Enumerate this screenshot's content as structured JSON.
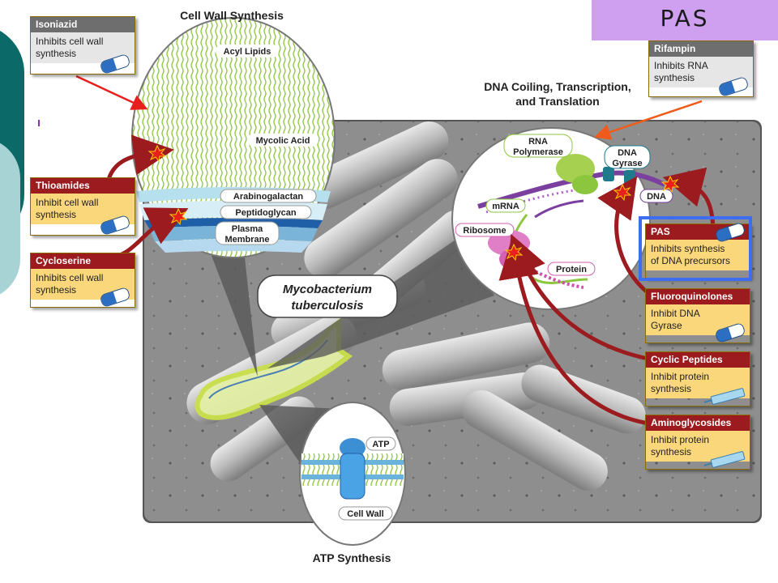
{
  "header_badge": "PAS",
  "sections": {
    "cell_wall_title": "Cell Wall Synthesis",
    "dna_title_line1": "DNA Coiling, Transcription,",
    "dna_title_line2": "and Translation",
    "atp_title": "ATP Synthesis"
  },
  "center_label": {
    "line1": "Mycobacterium",
    "line2": "tuberculosis"
  },
  "cell_wall_labels": {
    "acyl_lipids": "Acyl Lipids",
    "mycolic_acid": "Mycolic Acid",
    "arabinogalactan": "Arabinogalactan",
    "peptidoglycan": "Peptidoglycan",
    "plasma_line1": "Plasma",
    "plasma_line2": "Membrane"
  },
  "dna_labels": {
    "rna_pol_line1": "RNA",
    "rna_pol_line2": "Polymerase",
    "dna_gyrase_line1": "DNA",
    "dna_gyrase_line2": "Gyrase",
    "dna": "DNA",
    "mrna": "mRNA",
    "ribosome": "Ribosome",
    "protein": "Protein"
  },
  "atp_labels": {
    "atp": "ATP",
    "cell_wall": "Cell Wall"
  },
  "drug_cards": {
    "isoniazid": {
      "name": "Isoniazid",
      "line1": "Inhibits cell wall",
      "line2": "synthesis"
    },
    "thioamides": {
      "name": "Thioamides",
      "line1": "Inhibit cell wall",
      "line2": "synthesis"
    },
    "cycloserine": {
      "name": "Cycloserine",
      "line1": "Inhibits cell wall",
      "line2": "synthesis"
    },
    "rifampin": {
      "name": "Rifampin",
      "line1": "Inhibits RNA",
      "line2": "synthesis"
    },
    "pas": {
      "name": "PAS",
      "line1": "Inhibits synthesis",
      "line2": "of DNA precursors"
    },
    "fluoroquinolones": {
      "name": "Fluoroquinolones",
      "line1": "Inhibit DNA",
      "line2": "Gyrase"
    },
    "cyclic_peptides": {
      "name": "Cyclic Peptides",
      "line1": "Inhibit protein",
      "line2": "synthesis"
    },
    "aminoglycosides": {
      "name": "Aminoglycosides",
      "line1": "Inhibit protein",
      "line2": "synthesis"
    }
  },
  "colors": {
    "card_header_red": "#9b1b1f",
    "card_body_yellow": "#fbd77b",
    "card_header_gray": "#6e6e6e",
    "card_body_gray": "#e6e6e6",
    "pas_badge": "#cf9ff0",
    "highlight_blue": "#3f6df0",
    "arrow_red": "#9b1b1f",
    "annotation_arrow_red": "#e8201c",
    "annotation_arrow_orange": "#f05a1a",
    "teal_accent": "#0b6a67"
  }
}
